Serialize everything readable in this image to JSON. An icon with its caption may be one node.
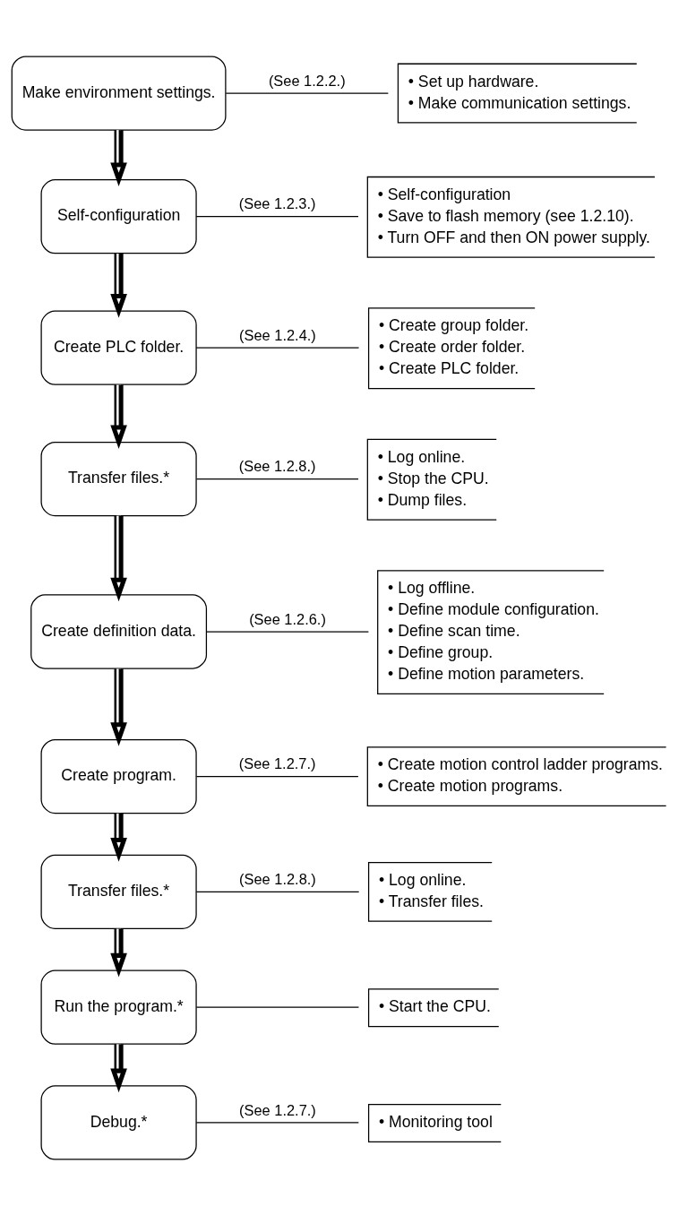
{
  "diagram": {
    "nodes": [
      {
        "text": [
          "Make environment settings."
        ]
      },
      {
        "text": [
          "• Set up hardware.",
          "• Make communication settings."
        ]
      },
      {
        "text": [
          "Self-configuration"
        ]
      },
      {
        "text": [
          "• Self-configuration",
          "• Save to flash memory (see 1.2.10).",
          "• Turn OFF and then ON power supply."
        ]
      },
      {
        "text": [
          "Create PLC folder."
        ]
      },
      {
        "text": [
          "• Create group folder.",
          "• Create order folder.",
          "• Create PLC folder."
        ]
      },
      {
        "text": [
          "Transfer files.*"
        ]
      },
      {
        "text": [
          "• Log online.",
          "• Stop the CPU.",
          "• Dump files."
        ]
      },
      {
        "text": [
          "Create definition data."
        ]
      },
      {
        "text": [
          "• Log offline.",
          "• Define module configuration.",
          "• Define scan time.",
          "• Define group.",
          "• Define motion parameters."
        ]
      },
      {
        "text": [
          "Create program."
        ]
      },
      {
        "text": [
          "• Create motion control ladder programs.",
          "• Create motion programs."
        ]
      },
      {
        "text": [
          "Transfer files.*"
        ]
      },
      {
        "text": [
          "• Log online.",
          "• Transfer files."
        ]
      },
      {
        "text": [
          "Run the program.*"
        ]
      },
      {
        "text": [
          "• Start the CPU."
        ]
      },
      {
        "text": [
          "Debug.*"
        ]
      },
      {
        "text": [
          "• Monitoring tool"
        ]
      }
    ],
    "edges": [
      {
        "from": 0,
        "to": 1,
        "arrow": "none",
        "label": "(See 1.2.2.)"
      },
      {
        "from": 2,
        "to": 3,
        "arrow": "none",
        "label": "(See 1.2.3.)"
      },
      {
        "from": 4,
        "to": 5,
        "arrow": "none",
        "label": "(See 1.2.4.)"
      },
      {
        "from": 6,
        "to": 7,
        "arrow": "none",
        "label": "(See 1.2.8.)"
      },
      {
        "from": 8,
        "to": 9,
        "arrow": "none",
        "label": "(See 1.2.6.)"
      },
      {
        "from": 10,
        "to": 11,
        "arrow": "none",
        "label": "(See 1.2.7.)"
      },
      {
        "from": 12,
        "to": 13,
        "arrow": "none",
        "label": "(See 1.2.8.)"
      },
      {
        "from": 14,
        "to": 15,
        "arrow": "none"
      },
      {
        "from": 16,
        "to": 17,
        "arrow": "none",
        "label": "(See 1.2.7.)"
      },
      {
        "from": 0,
        "to": 2,
        "arrow": "to",
        "style": "thick"
      },
      {
        "from": 2,
        "to": 4,
        "arrow": "to",
        "style": "thick"
      },
      {
        "from": 4,
        "to": 6,
        "arrow": "to",
        "style": "thick"
      },
      {
        "from": 6,
        "to": 8,
        "arrow": "to",
        "style": "thick"
      },
      {
        "from": 8,
        "to": 10,
        "arrow": "to",
        "style": "thick"
      },
      {
        "from": 10,
        "to": 12,
        "arrow": "to",
        "style": "thick"
      },
      {
        "from": 12,
        "to": 14,
        "arrow": "to",
        "style": "thick"
      },
      {
        "from": 14,
        "to": 16,
        "arrow": "to",
        "style": "thick"
      }
    ]
  }
}
